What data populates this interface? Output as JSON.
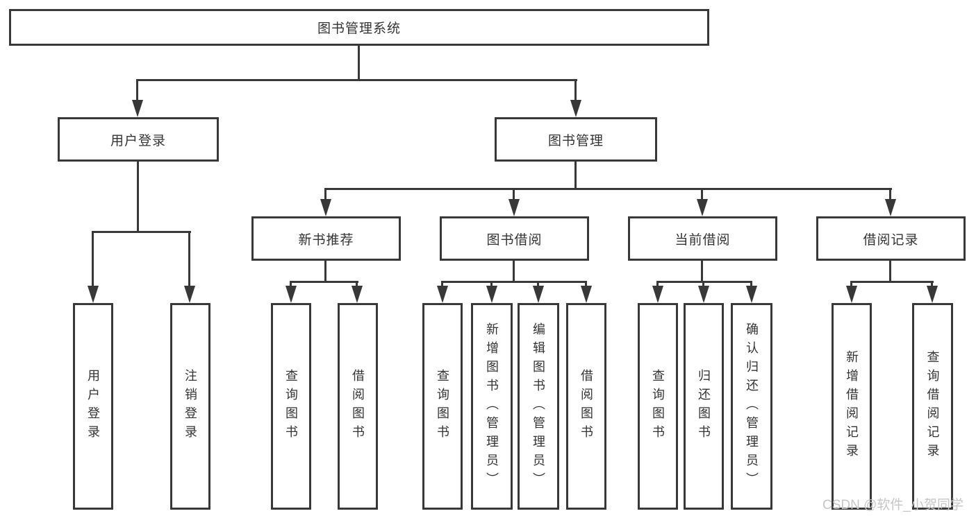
{
  "diagram": {
    "root": {
      "label": "图书管理系统"
    },
    "user_login": {
      "label": "用户登录"
    },
    "book_management": {
      "label": "图书管理"
    },
    "new_book_recommend": {
      "label": "新书推荐"
    },
    "book_borrowing": {
      "label": "图书借阅"
    },
    "current_borrowing": {
      "label": "当前借阅"
    },
    "borrowing_records": {
      "label": "借阅记录"
    },
    "leaf_user_login": {
      "label": "用户登录"
    },
    "leaf_logout": {
      "label": "注销登录"
    },
    "leaf_nbr_query_books": {
      "label": "查询图书"
    },
    "leaf_nbr_borrow_books": {
      "label": "借阅图书"
    },
    "leaf_bb_query_books": {
      "label": "查询图书"
    },
    "leaf_bb_add_books": {
      "label": "新增图书（管理员）"
    },
    "leaf_bb_edit_books": {
      "label": "编辑图书（管理员）"
    },
    "leaf_bb_borrow_books": {
      "label": "借阅图书"
    },
    "leaf_cb_query_books": {
      "label": "查询图书"
    },
    "leaf_cb_return_books": {
      "label": "归还图书"
    },
    "leaf_cb_confirm_return": {
      "label": "确认归还（管理员）"
    },
    "leaf_br_add_record": {
      "label": "新增借阅记录"
    },
    "leaf_br_query_record": {
      "label": "查询借阅记录"
    }
  },
  "watermark": {
    "text": "CSDN @软件_小贺同学"
  },
  "colors": {
    "line": "#383838",
    "text": "#333333",
    "background": "#ffffff",
    "watermark": "#c6c6c6"
  }
}
